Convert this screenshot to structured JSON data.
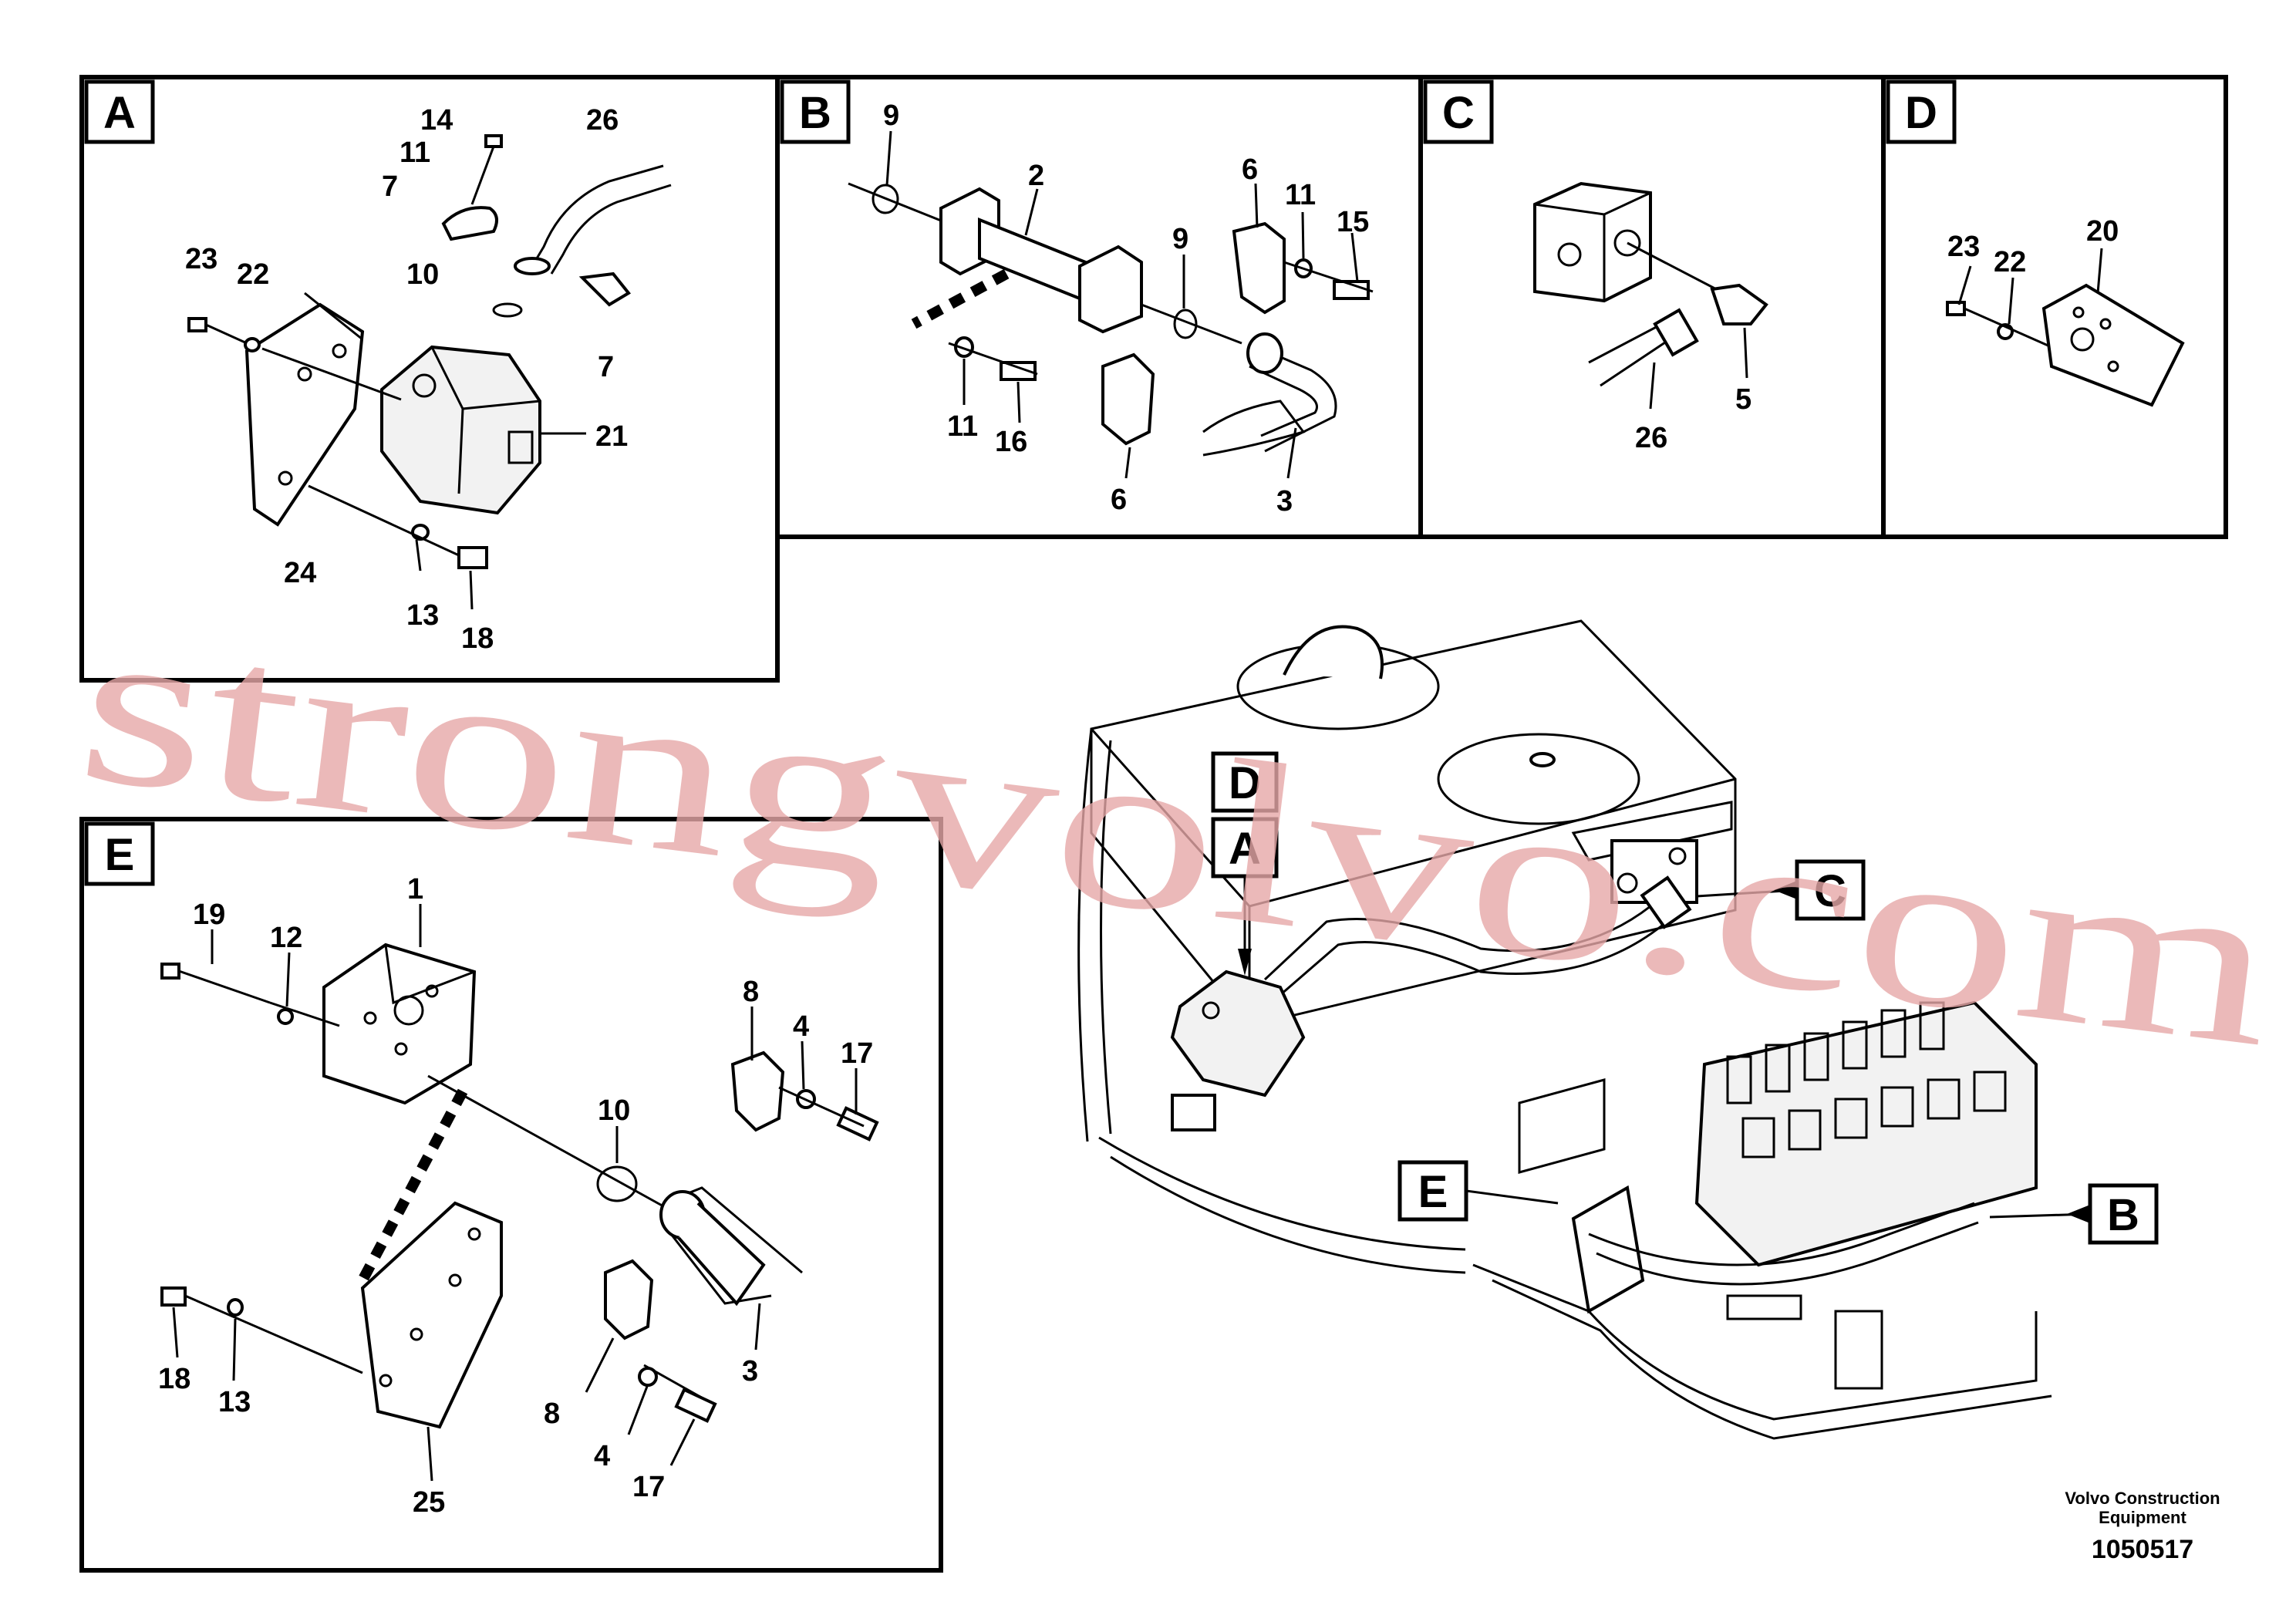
{
  "panels": {
    "A": {
      "tag": "A",
      "labels": [
        "14",
        "11",
        "7",
        "26",
        "23",
        "22",
        "10",
        "7",
        "21",
        "24",
        "13",
        "18"
      ]
    },
    "B": {
      "tag": "B",
      "labels": [
        "9",
        "2",
        "6",
        "11",
        "15",
        "9",
        "11",
        "16",
        "6",
        "3"
      ]
    },
    "C": {
      "tag": "C",
      "labels": [
        "5",
        "26"
      ]
    },
    "D": {
      "tag": "D",
      "labels": [
        "23",
        "22",
        "20"
      ]
    },
    "E": {
      "tag": "E",
      "labels": [
        "1",
        "19",
        "12",
        "8",
        "4",
        "17",
        "10",
        "18",
        "13",
        "3",
        "8",
        "4",
        "17",
        "25"
      ]
    }
  },
  "callouts": [
    "D",
    "A",
    "C",
    "E",
    "B"
  ],
  "footer": {
    "company_line1": "Volvo Construction",
    "company_line2": "Equipment",
    "drawing_number": "1050517"
  },
  "watermark": "strongvolvo.com"
}
